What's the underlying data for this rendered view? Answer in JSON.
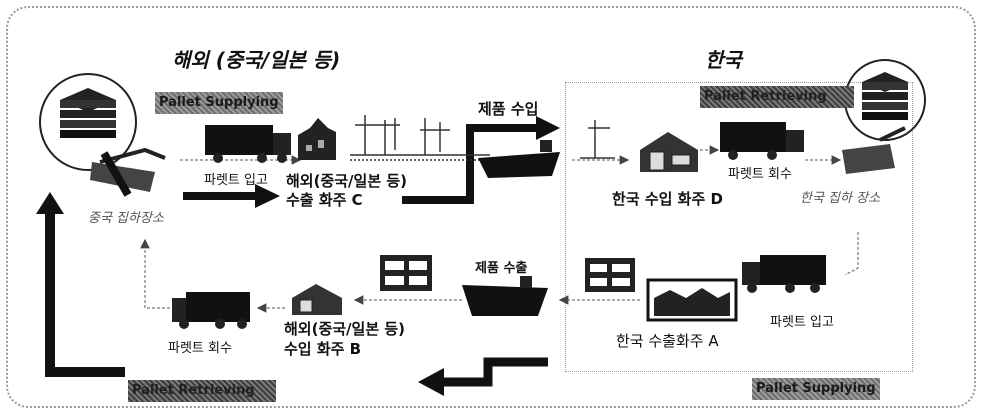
{
  "regions": {
    "overseas_title": "해외 (중국/일본 등)",
    "korea_title": "한국"
  },
  "banners": {
    "pallet_supplying_top": "Pallet Supplying",
    "pallet_retrieving_top": "Pallet Retrieving",
    "pallet_supplying_bottom": "Pallet Supplying",
    "pallet_retrieving_bottom": "Pallet Retrieving"
  },
  "labels": {
    "pallet_in_overseas": "파렛트 입고",
    "exporter_c_line1": "해외(중국/일본 등)",
    "exporter_c_line2": "수출 화주 C",
    "product_import": "제품 수입",
    "importer_d": "한국 수입 화주 D",
    "pallet_return_korea": "파렛트 회수",
    "korea_depot": "한국 집하 장소",
    "china_depot": "중국 집하장소",
    "product_export": "제품 수출",
    "pallet_in_korea": "파렛트 입고",
    "exporter_a": "한국 수출화주 A",
    "importer_b_line1": "해외(중국/일본 등)",
    "importer_b_line2": "수입 화주 B",
    "pallet_return_overseas": "파렛트 회수"
  },
  "icons": [
    "pallet-stack-icon",
    "pallet-jack-icon",
    "truck-icon",
    "factory-icon",
    "port-cranes-icon",
    "cargo-ship-icon",
    "warehouse-icon",
    "rack-icon"
  ]
}
